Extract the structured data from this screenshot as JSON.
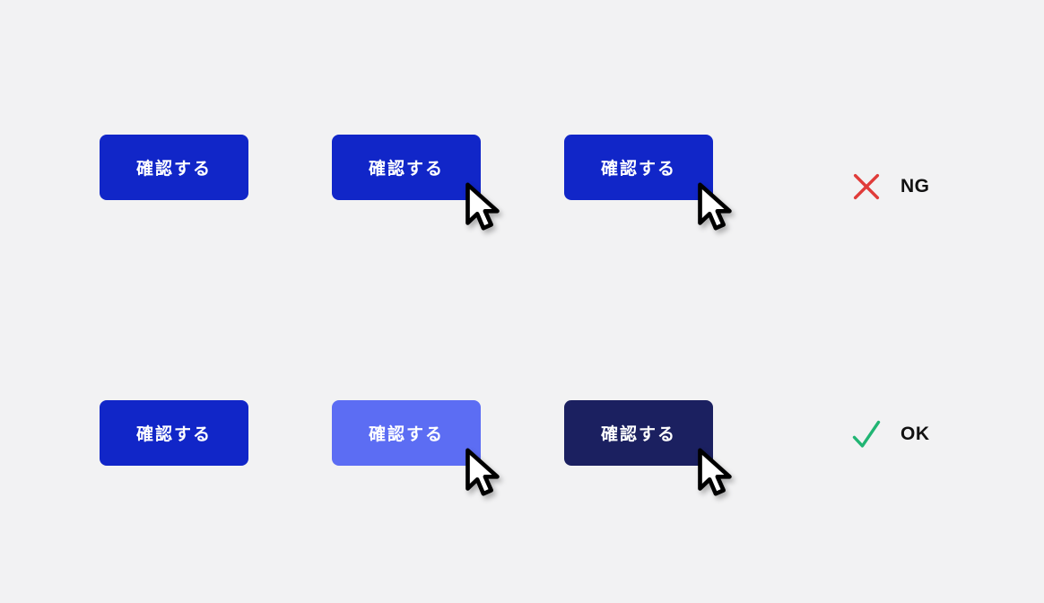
{
  "page": {
    "background": "#f2f2f3"
  },
  "colors": {
    "button_default": "#1126c8",
    "button_hover_light": "#5c6df3",
    "button_hover_dark": "#1b2060",
    "button_text": "#ffffff",
    "ng": "#e03c39",
    "ok": "#21b573",
    "label_text": "#111111"
  },
  "rows": [
    {
      "verdict_label": "NG",
      "verdict_icon": "ng-cross-icon",
      "buttons": [
        {
          "label": "確認する",
          "variant": "default",
          "cursor": false
        },
        {
          "label": "確認する",
          "variant": "default",
          "cursor": true
        },
        {
          "label": "確認する",
          "variant": "default",
          "cursor": true
        }
      ]
    },
    {
      "verdict_label": "OK",
      "verdict_icon": "ok-check-icon",
      "buttons": [
        {
          "label": "確認する",
          "variant": "default",
          "cursor": false
        },
        {
          "label": "確認する",
          "variant": "hover-light",
          "cursor": true
        },
        {
          "label": "確認する",
          "variant": "hover-dark",
          "cursor": true
        }
      ]
    }
  ]
}
